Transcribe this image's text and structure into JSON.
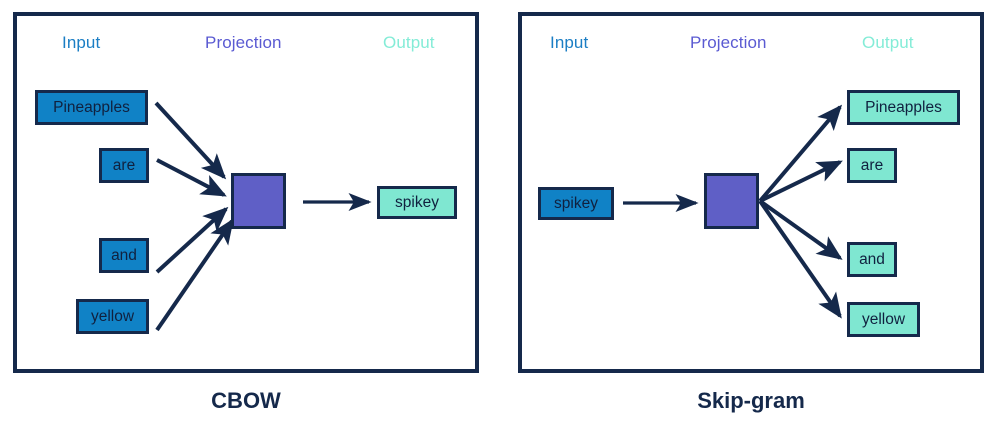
{
  "figure": {
    "title_visible": false,
    "colors": {
      "frame_border": "#15294b",
      "input_fill": "#1082c6",
      "projection_fill": "#5f5fc6",
      "output_fill": "#7fe7d1",
      "arrow": "#15294b",
      "header_input": "#1b7ec4",
      "header_projection": "#5a5ad2",
      "header_output": "#84ecd7",
      "node_text": "#10213f",
      "caption_text": "#15294b",
      "background": "#ffffff"
    }
  },
  "panels": [
    {
      "id": "cbow",
      "caption": "CBOW",
      "headers": {
        "input": "Input",
        "projection": "Projection",
        "output": "Output"
      },
      "input_nodes": [
        {
          "label": "Pineapples"
        },
        {
          "label": "are"
        },
        {
          "label": "and"
        },
        {
          "label": "yellow"
        }
      ],
      "projection_node": {
        "label": ""
      },
      "output_nodes": [
        {
          "label": "spikey"
        }
      ],
      "arrow_direction": "inputs-to-projection-then-output",
      "arrow_count": 5
    },
    {
      "id": "skipgram",
      "caption": "Skip-gram",
      "headers": {
        "input": "Input",
        "projection": "Projection",
        "output": "Output"
      },
      "input_nodes": [
        {
          "label": "spikey"
        }
      ],
      "projection_node": {
        "label": ""
      },
      "output_nodes": [
        {
          "label": "Pineapples"
        },
        {
          "label": "are"
        },
        {
          "label": "and"
        },
        {
          "label": "yellow"
        }
      ],
      "arrow_direction": "input-to-projection-then-outputs",
      "arrow_count": 5
    }
  ]
}
